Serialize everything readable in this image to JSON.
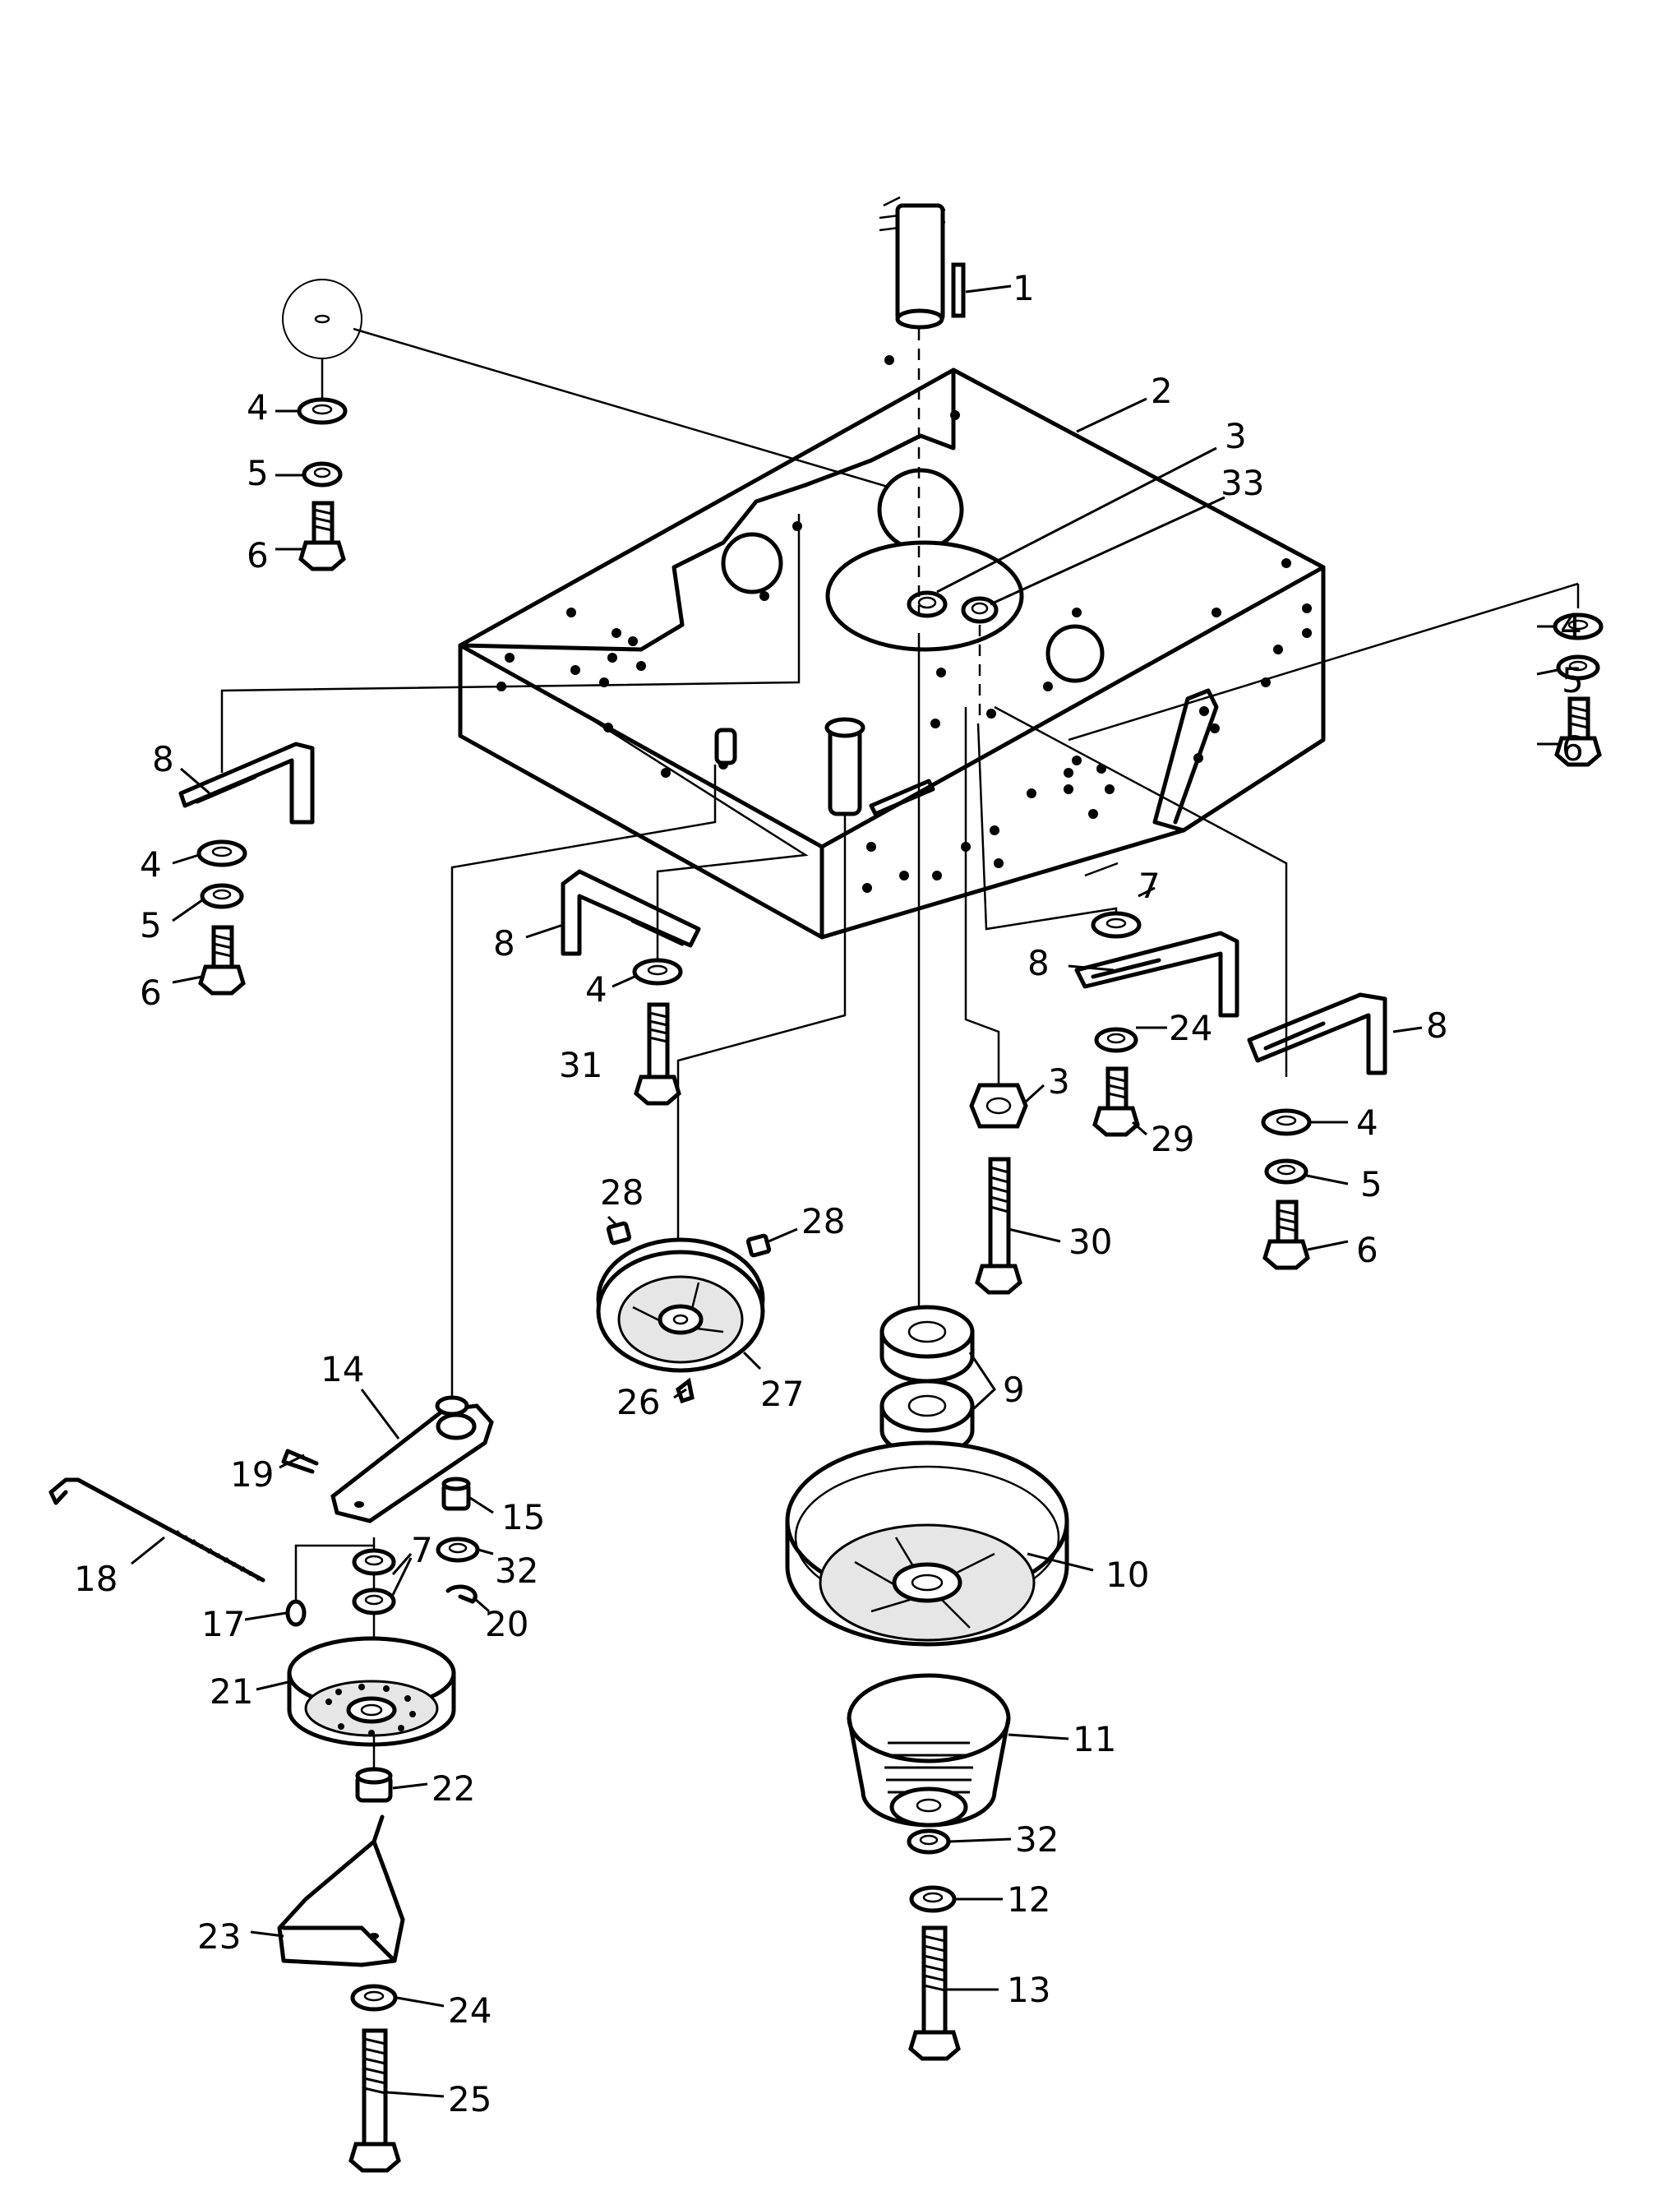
{
  "labels": [
    {
      "id": "l1",
      "text": "1"
    },
    {
      "id": "l2",
      "text": "2"
    },
    {
      "id": "l3a",
      "text": "3"
    },
    {
      "id": "l33",
      "text": "33"
    },
    {
      "id": "l4a",
      "text": "4"
    },
    {
      "id": "l5a",
      "text": "5"
    },
    {
      "id": "l6a",
      "text": "6"
    },
    {
      "id": "l4b",
      "text": "4"
    },
    {
      "id": "l5b",
      "text": "5"
    },
    {
      "id": "l6b",
      "text": "6"
    },
    {
      "id": "l8a",
      "text": "8"
    },
    {
      "id": "l4c",
      "text": "4"
    },
    {
      "id": "l5c",
      "text": "5"
    },
    {
      "id": "l6c",
      "text": "6"
    },
    {
      "id": "l8b",
      "text": "8"
    },
    {
      "id": "l4d",
      "text": "4"
    },
    {
      "id": "l31",
      "text": "31"
    },
    {
      "id": "l7a",
      "text": "7"
    },
    {
      "id": "l8c",
      "text": "8"
    },
    {
      "id": "l24a",
      "text": "24"
    },
    {
      "id": "l29",
      "text": "29"
    },
    {
      "id": "l8d",
      "text": "8"
    },
    {
      "id": "l4e",
      "text": "4"
    },
    {
      "id": "l5e",
      "text": "5"
    },
    {
      "id": "l6e",
      "text": "6"
    },
    {
      "id": "l3b",
      "text": "3"
    },
    {
      "id": "l30",
      "text": "30"
    },
    {
      "id": "l28a",
      "text": "28"
    },
    {
      "id": "l28b",
      "text": "28"
    },
    {
      "id": "l26",
      "text": "26"
    },
    {
      "id": "l27",
      "text": "27"
    },
    {
      "id": "l9",
      "text": "9"
    },
    {
      "id": "l10",
      "text": "10"
    },
    {
      "id": "l11",
      "text": "11"
    },
    {
      "id": "l32a",
      "text": "32"
    },
    {
      "id": "l12",
      "text": "12"
    },
    {
      "id": "l13",
      "text": "13"
    },
    {
      "id": "l14",
      "text": "14"
    },
    {
      "id": "l19",
      "text": "19"
    },
    {
      "id": "l15",
      "text": "15"
    },
    {
      "id": "l7b",
      "text": "7"
    },
    {
      "id": "l32b",
      "text": "32"
    },
    {
      "id": "l18",
      "text": "18"
    },
    {
      "id": "l17",
      "text": "17"
    },
    {
      "id": "l20",
      "text": "20"
    },
    {
      "id": "l21",
      "text": "21"
    },
    {
      "id": "l22",
      "text": "22"
    },
    {
      "id": "l23",
      "text": "23"
    },
    {
      "id": "l24b",
      "text": "24"
    },
    {
      "id": "l25",
      "text": "25"
    }
  ]
}
